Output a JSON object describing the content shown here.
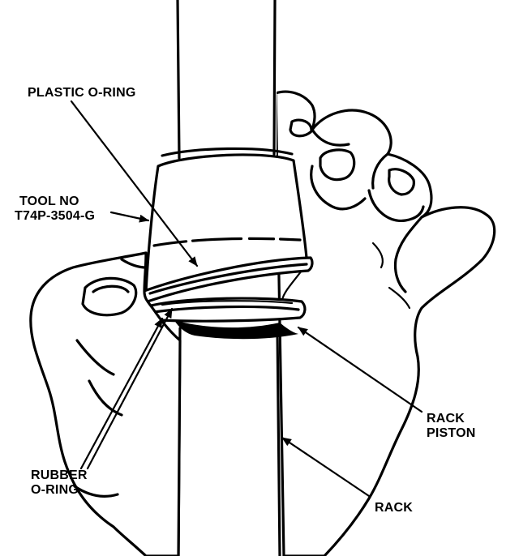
{
  "labels": {
    "plastic_oring": "PLASTIC O-RING",
    "tool_line1": "TOOL NO",
    "tool_line2": "T74P-3504-G",
    "rack_piston_line1": "RACK",
    "rack_piston_line2": "PISTON",
    "rubber_line1": "RUBBER",
    "rubber_line2": "O-RING",
    "rack": "RACK"
  },
  "colors": {
    "ink": "#000000",
    "paper": "#ffffff"
  }
}
